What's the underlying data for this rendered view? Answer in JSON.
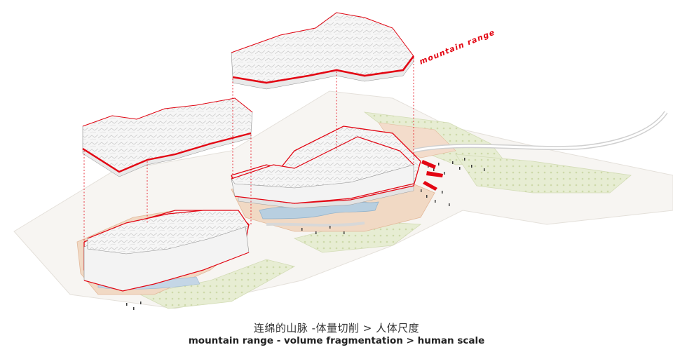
{
  "figure": {
    "annotation_label": "mountain range",
    "caption_cn": "连绵的山脉 -体量切削 > 人体尺度",
    "caption_en": "mountain range - volume fragmentation > human scale"
  },
  "colors": {
    "accent": "#e30613",
    "ground": "#f1d9c4",
    "ground_dark": "#e2b89a",
    "green": "#dfe8c8",
    "volume_fill": "#f3f3f3",
    "water": "#b8cfe0"
  }
}
